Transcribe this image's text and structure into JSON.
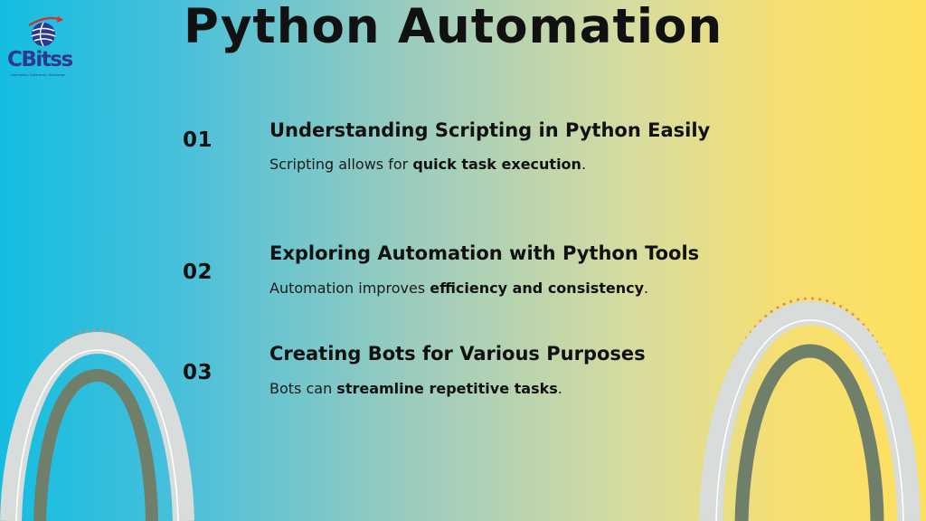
{
  "logo": {
    "brand": "CBitss",
    "tagline": "Information. Experience. Knowledge",
    "colors": {
      "blue": "#2b3a8f",
      "red": "#d62e2e"
    }
  },
  "title": "Python Automation",
  "items": [
    {
      "number": "01",
      "heading": "Understanding Scripting in Python Easily",
      "desc_prefix": "Scripting allows for ",
      "desc_bold": "quick task execution",
      "desc_suffix": "."
    },
    {
      "number": "02",
      "heading": "Exploring Automation with Python Tools",
      "desc_prefix": "Automation improves ",
      "desc_bold": "efficiency and consistency",
      "desc_suffix": "."
    },
    {
      "number": "03",
      "heading": "Creating Bots for Various Purposes",
      "desc_prefix": "Bots can ",
      "desc_bold": "streamline repetitive tasks",
      "desc_suffix": "."
    }
  ],
  "colors": {
    "gradient_left": "#14bde0",
    "gradient_right": "#fde05e",
    "arch_outer": "#d8dcda",
    "arch_inner": "#6f7f6a",
    "arch_dots": "#de8a63"
  }
}
